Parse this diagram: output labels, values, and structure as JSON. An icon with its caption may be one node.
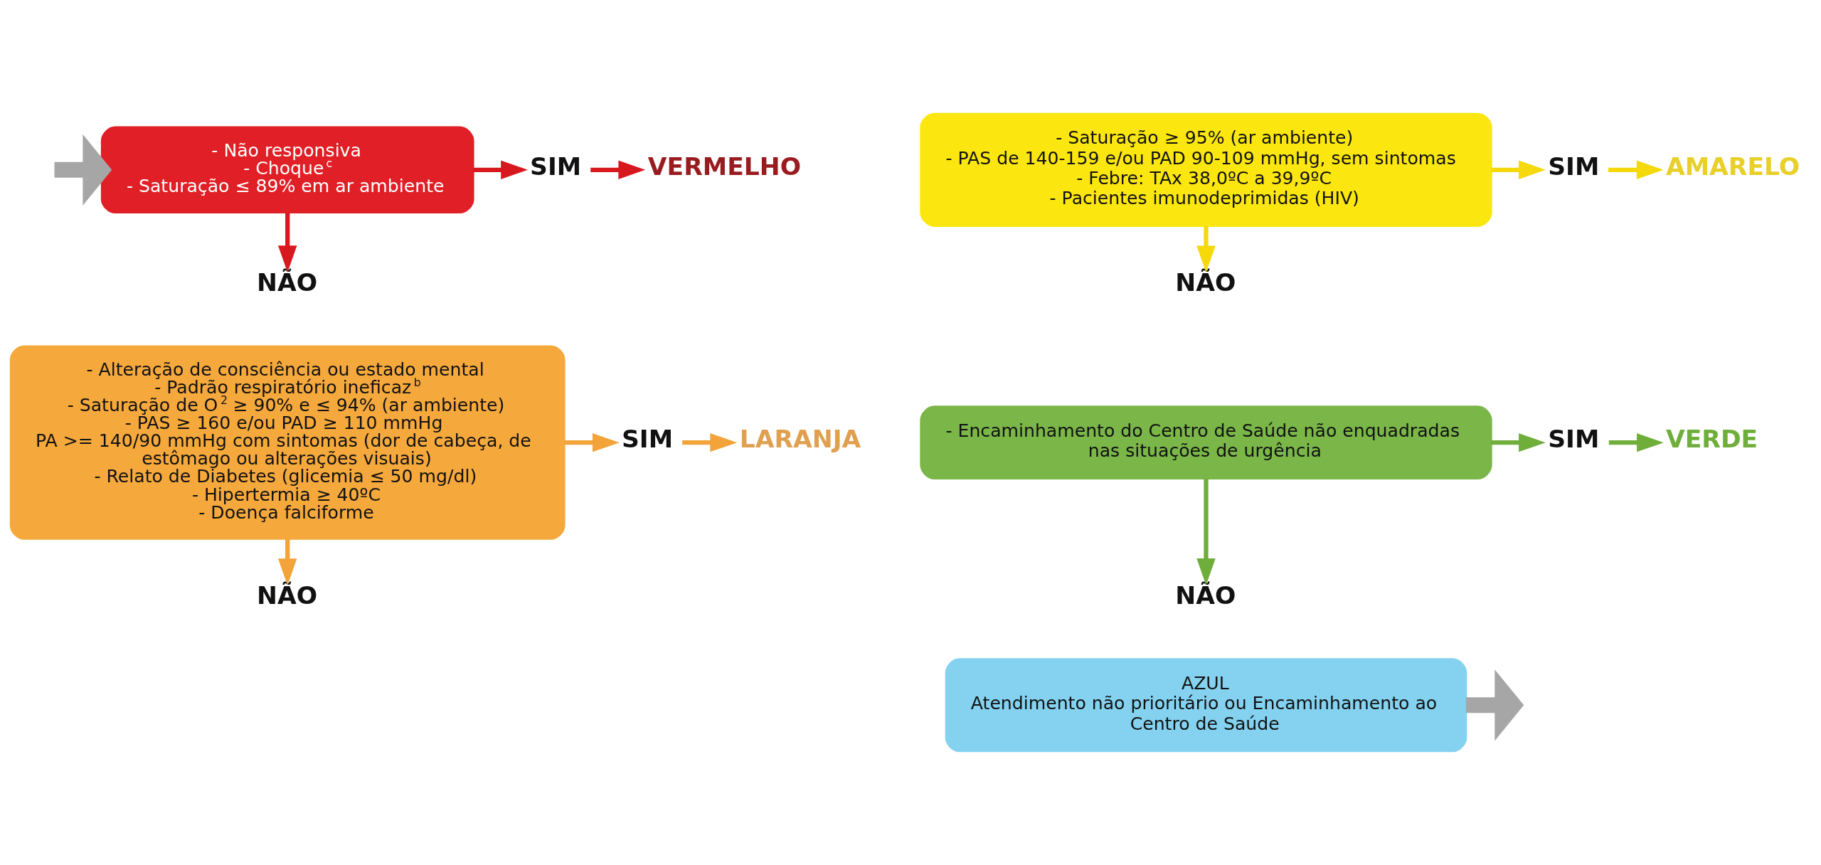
{
  "diagram": {
    "nodes": [
      {
        "text": [
          "- Não responsiva",
          "- Choque$^{c}$",
          "- Saturação ≤ 89% em ar ambiente"
        ]
      },
      {
        "text": [
          "SIM"
        ]
      },
      {
        "text": [
          "VERMELHO"
        ]
      },
      {
        "text": [
          "NÃO"
        ]
      },
      {
        "text": [
          "- Alteração de consciência ou estado mental",
          "- Padrão respiratório ineficaz$^{b}$",
          "- Saturação de O$^{2}$ ≥ 90% e ≤ 94% (ar ambiente)",
          "- PAS ≥ 160 e/ou PAD ≥ 110 mmHg",
          "PA >= 140/90 mmHg com sintomas (dor de cabeça, de estômago ou alterações visuais)",
          "- Relato de Diabetes (glicemia ≤ 50 mg/dl)",
          "- Hipertermia ≥ 40ºC",
          "- Doença falciforme"
        ]
      },
      {
        "text": [
          "SIM"
        ]
      },
      {
        "text": [
          "LARANJA"
        ]
      },
      {
        "text": [
          "NÃO"
        ]
      },
      {
        "text": [
          "- Saturação ≥ 95% (ar ambiente)",
          "- PAS de 140-159 e/ou PAD 90-109 mmHg, sem sintomas",
          "- Febre: TAx 38,0ºC a 39,9ºC",
          "- Pacientes imunodeprimidas (HIV)"
        ]
      },
      {
        "text": [
          "SIM"
        ]
      },
      {
        "text": [
          "AMARELO"
        ]
      },
      {
        "text": [
          "NÃO"
        ]
      },
      {
        "text": [
          "- Encaminhamento do Centro de Saúde não enquadradas nas situações de urgência"
        ]
      },
      {
        "text": [
          "SIM"
        ]
      },
      {
        "text": [
          "VERDE"
        ]
      },
      {
        "text": [
          "NÃO"
        ]
      },
      {
        "text": [
          "AZUL",
          "Atendimento não prioritário ou Encaminhamento ao Centro de Saúde"
        ]
      }
    ],
    "edges": [
      {
        "from": null,
        "to": 0,
        "arrow": "to",
        "style": "thick",
        "color": "#a6a6a6"
      },
      {
        "from": 0,
        "to": 1,
        "arrow": "to",
        "color": "#d7191f"
      },
      {
        "from": 1,
        "to": 2,
        "arrow": "to",
        "color": "#d7191f"
      },
      {
        "from": 0,
        "to": 3,
        "arrow": "to",
        "color": "#d7191f"
      },
      {
        "from": 4,
        "to": 5,
        "arrow": "to",
        "color": "#f2a33a"
      },
      {
        "from": 5,
        "to": 6,
        "arrow": "to",
        "color": "#f2a33a"
      },
      {
        "from": 4,
        "to": 7,
        "arrow": "to",
        "color": "#f2a33a"
      },
      {
        "from": 8,
        "to": 9,
        "arrow": "to",
        "color": "#f5d90a"
      },
      {
        "from": 9,
        "to": 10,
        "arrow": "to",
        "color": "#f5d90a"
      },
      {
        "from": 8,
        "to": 11,
        "arrow": "to",
        "color": "#f5d90a"
      },
      {
        "from": 12,
        "to": 13,
        "arrow": "to",
        "color": "#6fae3a"
      },
      {
        "from": 13,
        "to": 14,
        "arrow": "to",
        "color": "#6fae3a"
      },
      {
        "from": 12,
        "to": 15,
        "arrow": "to",
        "color": "#6fae3a"
      },
      {
        "from": 16,
        "to": null,
        "arrow": "to",
        "style": "thick",
        "color": "#a6a6a6"
      }
    ]
  }
}
